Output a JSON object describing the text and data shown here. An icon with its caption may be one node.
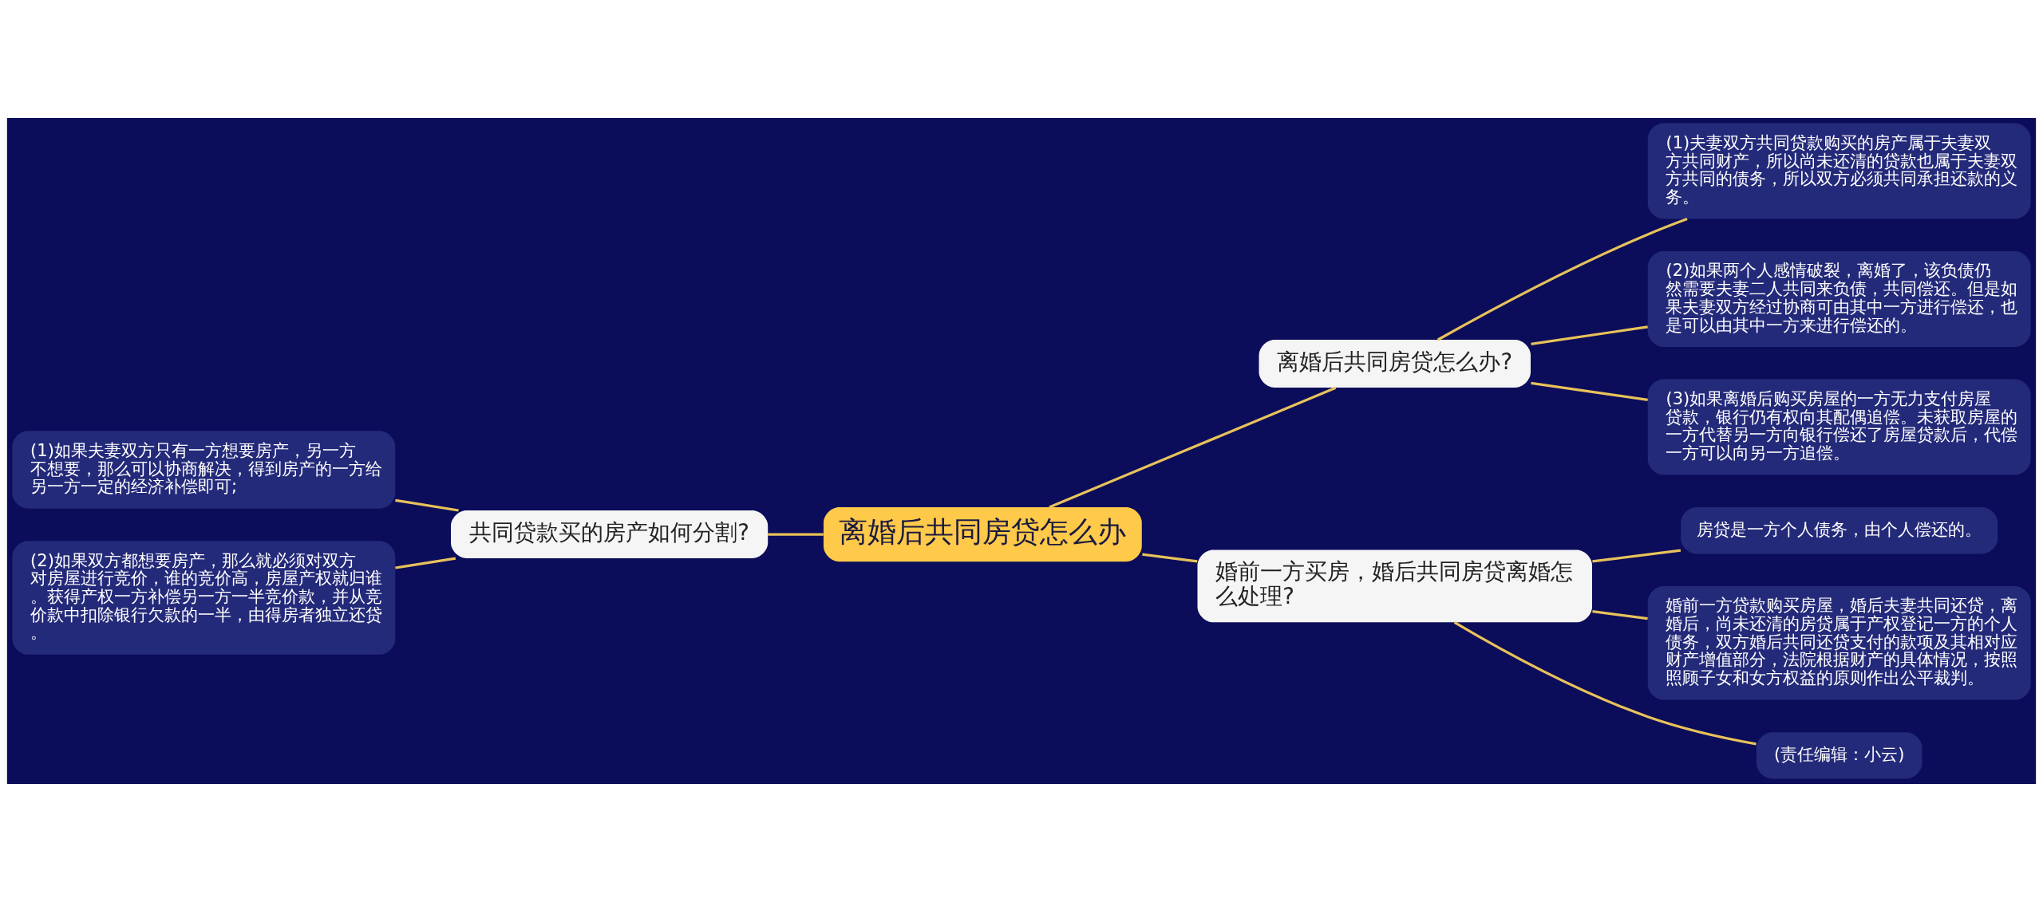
{
  "diagram": {
    "nodes": [
      {
        "text": [
          "离婚后共同房贷怎么办"
        ]
      },
      {
        "text": [
          "共同贷款买的房产如何分割?"
        ]
      },
      {
        "text": [
          "(1)如果夫妻双方只有一方想要房产，另一方不想要，那么可以协商解决，得到房产的一方给另一方一定的经济补偿即可;"
        ]
      },
      {
        "text": [
          "(2)如果双方都想要房产，那么就必须对双方对房屋进行竞价，谁的竞价高，房屋产权就归谁。获得产权一方补偿另一方一半竞价款，并从竞价款中扣除银行欠款的一半，由得房者独立还贷。"
        ]
      },
      {
        "text": [
          "离婚后共同房贷怎么办?"
        ]
      },
      {
        "text": [
          "(1)夫妻双方共同贷款购买的房产属于夫妻双方共同财产，所以尚未还清的贷款也属于夫妻双方共同的债务，所以双方必须共同承担还款的义务。"
        ]
      },
      {
        "text": [
          "(2)如果两个人感情破裂，离婚了，该负债仍然需要夫妻二人共同来负债，共同偿还。但是如果夫妻双方经过协商可由其中一方进行偿还，也是可以由其中一方来进行偿还的。"
        ]
      },
      {
        "text": [
          "(3)如果离婚后购买房屋的一方无力支付房屋贷款，银行仍有权向其配偶追偿。未获取房屋的一方代替另一方向银行偿还了房屋贷款后，代偿一方可以向另一方追偿。"
        ]
      },
      {
        "text": [
          "婚前一方买房，婚后共同房贷离婚怎么处理?"
        ]
      },
      {
        "text": [
          "房贷是一方个人债务，由个人偿还的。"
        ]
      },
      {
        "text": [
          "婚前一方贷款购买房屋，婚后夫妻共同还贷，离婚后，尚未还清的房贷属于产权登记一方的个人债务，双方婚后共同还贷支付的款项及其相对应财产增值部分，法院根据财产的具体情况，按照照顾子女和女方权益的原则作出公平裁判。"
        ]
      },
      {
        "text": [
          "(责任编辑：小云)"
        ]
      }
    ],
    "edges": [
      {
        "from": 2,
        "to": 1,
        "arrow": "none"
      },
      {
        "from": 3,
        "to": 1,
        "arrow": "none"
      },
      {
        "from": 1,
        "to": 0,
        "arrow": "none"
      },
      {
        "from": 0,
        "to": 4,
        "arrow": "none"
      },
      {
        "from": 4,
        "to": 5,
        "arrow": "none"
      },
      {
        "from": 4,
        "to": 6,
        "arrow": "none"
      },
      {
        "from": 4,
        "to": 7,
        "arrow": "none"
      },
      {
        "from": 0,
        "to": 8,
        "arrow": "none"
      },
      {
        "from": 8,
        "to": 9,
        "arrow": "none"
      },
      {
        "from": 8,
        "to": 10,
        "arrow": "none"
      },
      {
        "from": 8,
        "to": 11,
        "arrow": "none"
      }
    ]
  }
}
